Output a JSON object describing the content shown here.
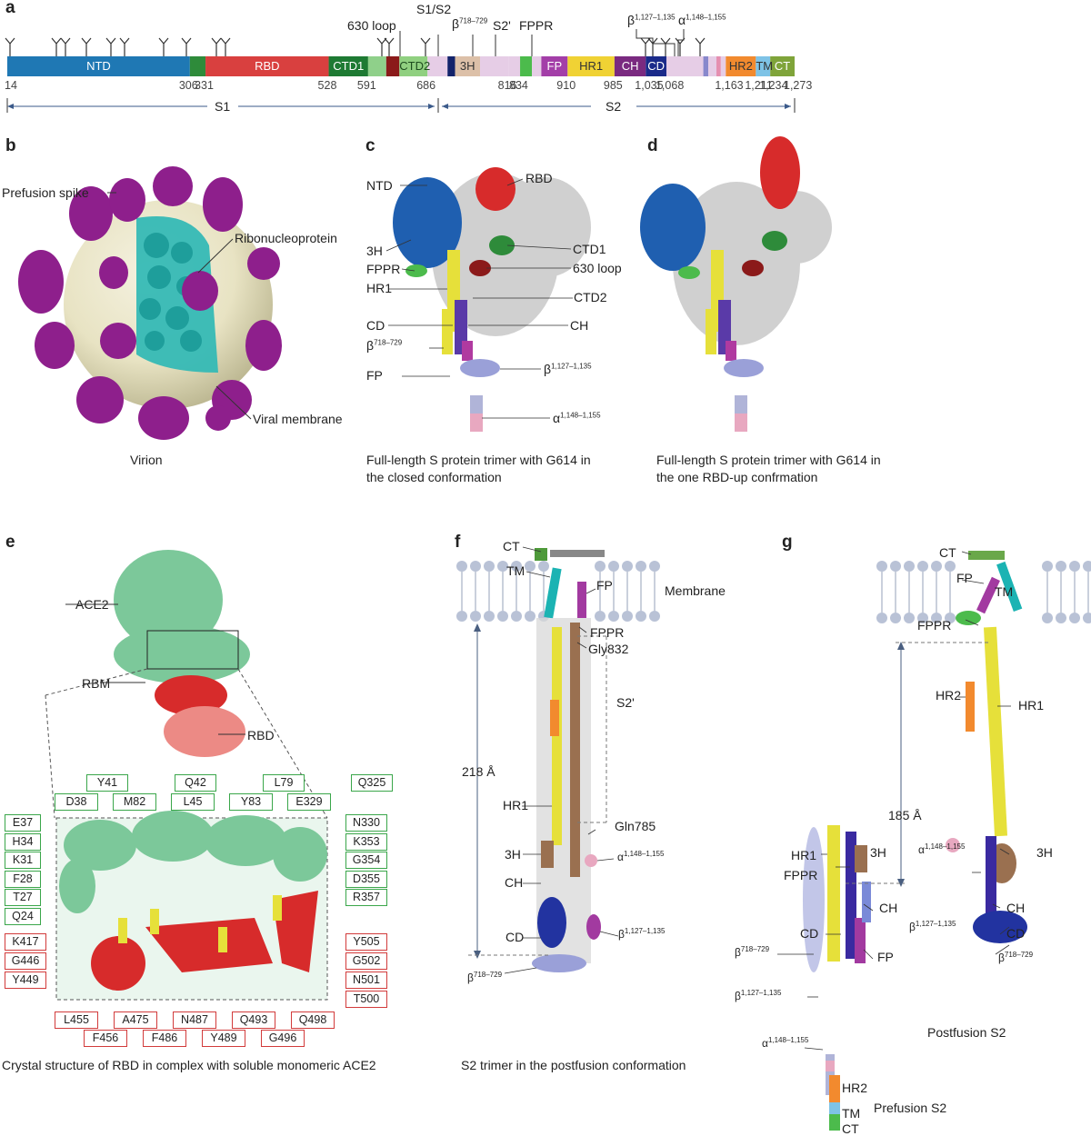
{
  "panels": {
    "a": "a",
    "b": "b",
    "c": "c",
    "d": "d",
    "e": "e",
    "f": "f",
    "g": "g"
  },
  "domains": [
    {
      "name": "NTD",
      "start": 14,
      "end": 306,
      "color": "#1f78b4",
      "text_color": "#ffffff"
    },
    {
      "name": "",
      "start": 306,
      "end": 331,
      "color": "#2e8b3a",
      "text_color": "#ffffff"
    },
    {
      "name": "RBD",
      "start": 331,
      "end": 528,
      "color": "#d9403f",
      "text_color": "#ffffff"
    },
    {
      "name": "CTD1",
      "start": 528,
      "end": 591,
      "color": "#1e7a33",
      "text_color": "#ffffff"
    },
    {
      "name": "",
      "start": 591,
      "end": 620,
      "color": "#8fd08a",
      "text_color": "#ffffff"
    },
    {
      "name": "",
      "start": 620,
      "end": 641,
      "color": "#8b1a1a",
      "text_color": "#ffffff"
    },
    {
      "name": "CTD2",
      "start": 641,
      "end": 686,
      "color": "#90d080",
      "text_color": "#1e4d1e"
    },
    {
      "name": "",
      "start": 686,
      "end": 718,
      "color": "#e6cde6",
      "text_color": "#333333"
    },
    {
      "name": "",
      "start": 718,
      "end": 730,
      "color": "#13236b",
      "text_color": "#ffffff"
    },
    {
      "name": "3H",
      "start": 730,
      "end": 770,
      "color": "#dcc0a8",
      "text_color": "#333333"
    },
    {
      "name": "",
      "start": 770,
      "end": 816,
      "color": "#e6cde6",
      "text_color": "#333333"
    },
    {
      "name": "",
      "start": 816,
      "end": 834,
      "color": "#e6cde6",
      "text_color": "#333333"
    },
    {
      "name": "",
      "start": 834,
      "end": 853,
      "color": "#4cbb4c",
      "text_color": "#ffffff"
    },
    {
      "name": "",
      "start": 853,
      "end": 868,
      "color": "#e6cde6",
      "text_color": "#333333"
    },
    {
      "name": "FP",
      "start": 868,
      "end": 910,
      "color": "#a33ea8",
      "text_color": "#ffffff"
    },
    {
      "name": "HR1",
      "start": 910,
      "end": 985,
      "color": "#f0d234",
      "text_color": "#333333"
    },
    {
      "name": "CH",
      "start": 985,
      "end": 1035,
      "color": "#7a2a80",
      "text_color": "#ffffff"
    },
    {
      "name": "CD",
      "start": 1035,
      "end": 1068,
      "color": "#1a2a8a",
      "text_color": "#ffffff"
    },
    {
      "name": "",
      "start": 1068,
      "end": 1127,
      "color": "#e6cde6",
      "text_color": "#333333"
    },
    {
      "name": "",
      "start": 1127,
      "end": 1135,
      "color": "#8888cc",
      "text_color": "#333333"
    },
    {
      "name": "",
      "start": 1135,
      "end": 1148,
      "color": "#e6cde6",
      "text_color": "#333333"
    },
    {
      "name": "",
      "start": 1148,
      "end": 1155,
      "color": "#e58fb0",
      "text_color": "#333333"
    },
    {
      "name": "",
      "start": 1155,
      "end": 1163,
      "color": "#e6cde6",
      "text_color": "#333333"
    },
    {
      "name": "HR2",
      "start": 1163,
      "end": 1211,
      "color": "#f28a2e",
      "text_color": "#333333"
    },
    {
      "name": "TM",
      "start": 1211,
      "end": 1234,
      "color": "#7ec3e6",
      "text_color": "#333333"
    },
    {
      "name": "CT",
      "start": 1234,
      "end": 1273,
      "color": "#7fa43a",
      "text_color": "#ffffff"
    }
  ],
  "positions": [
    "14",
    "306",
    "331",
    "528",
    "591",
    "686",
    "816",
    "834",
    "910",
    "985",
    "1,035",
    "1,068",
    "1,163",
    "1,211",
    "1,234",
    "1,273"
  ],
  "site_labels": {
    "loop630": "630 loop",
    "s1s2": "S1/S2",
    "beta718": "β",
    "beta718_sup": "718–729",
    "s2prime": "S2'",
    "fppr": "FPPR",
    "beta1127": "β",
    "beta1127_sup": "1,127–1,135",
    "alpha1148": "α",
    "alpha1148_sup": "1,148–1,155"
  },
  "subunits": {
    "s1": "S1",
    "s2": "S2"
  },
  "b_labels": {
    "spike": "Prefusion spike",
    "rnp": "Ribonucleoprotein",
    "membrane": "Viral membrane",
    "caption": "Virion"
  },
  "c_labels": {
    "ntd": "NTD",
    "rbd": "RBD",
    "h3": "3H",
    "ctd1": "CTD1",
    "fppr": "FPPR",
    "loop630": "630 loop",
    "hr1": "HR1",
    "ctd2": "CTD2",
    "cd": "CD",
    "ch": "CH",
    "beta718": "β",
    "beta718_sup": "718–729",
    "fp": "FP",
    "beta1127": "β",
    "beta1127_sup": "1,127–1,135",
    "alpha1148": "α",
    "alpha1148_sup": "1,148–1,155",
    "caption_line1": "Full-length S protein trimer with G614 in",
    "caption_line2": "the closed conformation"
  },
  "d_labels": {
    "caption_line1": "Full-length S protein trimer with G614 in",
    "caption_line2": "the one RBD-up confrmation"
  },
  "e_labels": {
    "ace2": "ACE2",
    "rbm": "RBM",
    "rbd": "RBD",
    "caption": "Crystal structure of RBD in complex with soluble monomeric ACE2",
    "top_row1": [
      "Y41",
      "Q42",
      "L79",
      "Q325"
    ],
    "top_row2": [
      "D38",
      "M82",
      "L45",
      "Y83",
      "E329"
    ],
    "left_green": [
      "E37",
      "H34",
      "K31",
      "F28",
      "T27",
      "Q24"
    ],
    "left_red": [
      "K417",
      "G446",
      "Y449"
    ],
    "right_green": [
      "N330",
      "K353",
      "G354",
      "D355",
      "R357"
    ],
    "right_red": [
      "Y505",
      "G502",
      "N501",
      "T500"
    ],
    "bottom_row1": [
      "L455",
      "A475",
      "N487",
      "Q493",
      "Q498"
    ],
    "bottom_row2": [
      "F456",
      "F486",
      "Y489",
      "G496"
    ]
  },
  "f_labels": {
    "ct": "CT",
    "tm": "TM",
    "fp": "FP",
    "membrane": "Membrane",
    "fppr": "FPPR",
    "gly832": "Gly832",
    "s2prime": "S2'",
    "distance": "218 Å",
    "hr1": "HR1",
    "gln785": "Gln785",
    "h3": "3H",
    "alpha1148": "α",
    "alpha1148_sup": "1,148–1,155",
    "ch": "CH",
    "cd": "CD",
    "beta1127": "β",
    "beta1127_sup": "1,127–1,135",
    "beta718": "β",
    "beta718_sup": "718–729",
    "caption": "S2 trimer in the postfusion conformation"
  },
  "g_labels": {
    "ct": "CT",
    "fp": "FP",
    "tm": "TM",
    "fppr": "FPPR",
    "hr2": "HR2",
    "hr1": "HR1",
    "distance": "185 Å",
    "hr1_left": "HR1",
    "h3_left": "3H",
    "fppr_left": "FPPR",
    "ch_left": "CH",
    "cd_left": "CD",
    "fp_left": "FP",
    "beta718_left": "β",
    "beta718_left_sup": "718–729",
    "beta1127_left": "β",
    "beta1127_left_sup": "1,127–1,135",
    "alpha1148_left": "α",
    "alpha1148_left_sup": "1,148–1,155",
    "alpha1148_right": "α",
    "alpha1148_right_sup": "1,148–1,155",
    "h3_right": "3H",
    "ch_right": "CH",
    "beta1127_right": "β",
    "beta1127_right_sup": "1,127–1,135",
    "cd_right": "CD",
    "beta718_right": "β",
    "beta718_right_sup": "718–729",
    "postfusion": "Postfusion S2",
    "prefusion": "Prefusion S2",
    "legend": [
      {
        "name": "HR2",
        "color": "#f28a2e"
      },
      {
        "name": "TM",
        "color": "#7ec3e6"
      },
      {
        "name": "CT",
        "color": "#4cbb4c"
      }
    ]
  }
}
